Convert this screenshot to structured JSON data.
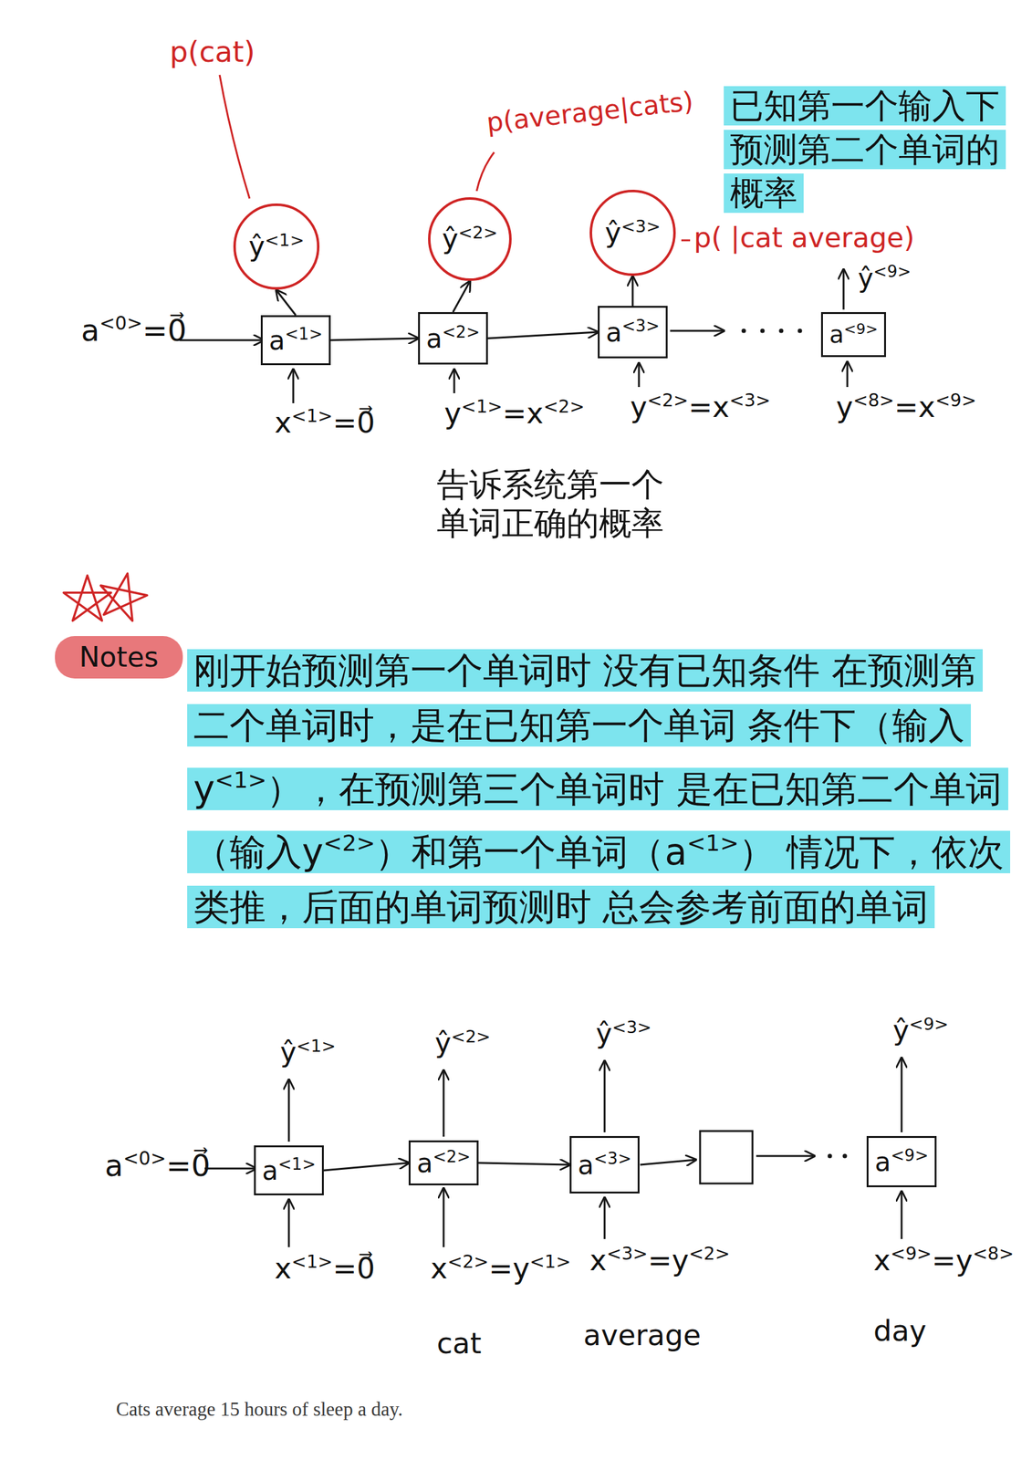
{
  "diagram": {
    "caption": "Cats average 15 hours of sleep a day.",
    "nodes": [
      {
        "text": [
          "ŷ<1>"
        ]
      },
      {
        "text": [
          "ŷ<2>"
        ]
      },
      {
        "text": [
          "ŷ<3>"
        ]
      },
      {
        "text": [
          "a<1>"
        ]
      },
      {
        "text": [
          "a<2>"
        ]
      },
      {
        "text": [
          "a<3>"
        ]
      },
      {
        "text": [
          "a<9>"
        ]
      },
      {
        "text": [
          "Notes"
        ]
      },
      {
        "text": [
          "a<1>"
        ]
      },
      {
        "text": [
          "a<2>"
        ]
      },
      {
        "text": [
          "a<3>"
        ]
      },
      {
        "text": [
          "a<9>"
        ]
      }
    ],
    "edges": [
      {
        "from": 3,
        "to": 0,
        "arrow": "to"
      },
      {
        "from": 4,
        "to": 1,
        "arrow": "to"
      },
      {
        "from": 5,
        "to": 2,
        "arrow": "to"
      },
      {
        "from": 3,
        "to": 4,
        "arrow": "to"
      },
      {
        "from": 4,
        "to": 5,
        "arrow": "to"
      },
      {
        "from": 8,
        "to": 9,
        "arrow": "to"
      },
      {
        "from": 9,
        "to": 10,
        "arrow": "to"
      }
    ],
    "labels": [
      "p(cat)",
      "p(average|cats)",
      "已知第一个输入下预测第二个单词的概率",
      "p( |cat average)",
      "ŷ<9>",
      "a<0>=0⃗",
      "x<1>=0⃗",
      "y<1>=x<2>",
      "告诉系统第一个单词正确的概率",
      "y<2>=x<3>",
      "y<8>=x<9>",
      "刚开始预测第一个单词时 没有已知条件 在预测第二个单词时，是在已知第一个单词 条件下（输入y<1>），在预测第三个单词时 是在已知第二个单词（输入y<2>）和第一个单词（a<1>） 情况下，依次类推，后面的单词预测时 总会参考前面的单词",
      "ŷ<1>",
      "ŷ<2>",
      "ŷ<3>",
      "ŷ<9>",
      "a<0>=0⃗",
      "x<1>=0⃗",
      "x<2>=y<1>",
      "x<3>=y<2>",
      "x<9>=y<8>",
      "cat",
      "average",
      "day"
    ]
  }
}
